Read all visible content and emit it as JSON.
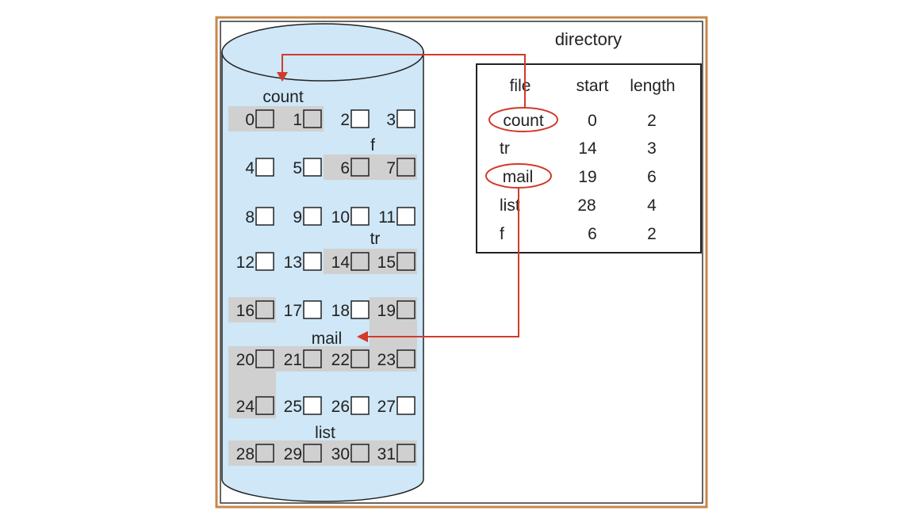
{
  "colors": {
    "frame_outer": "#c8874a",
    "frame_inner": "#333333",
    "cylinder_fill": "#cfe7f7",
    "cylinder_stroke": "#222222",
    "highlight": "#d0d0d0",
    "block_box": "#ffffff",
    "block_box_filled": "#d0d0d0",
    "pointer": "#d23a2a",
    "text": "#222222"
  },
  "directory": {
    "title": "directory",
    "headers": [
      "file",
      "start",
      "length"
    ],
    "rows": [
      {
        "file": "count",
        "start": "0",
        "length": "2",
        "circled": true
      },
      {
        "file": "tr",
        "start": "14",
        "length": "3",
        "circled": false
      },
      {
        "file": "mail",
        "start": "19",
        "length": "6",
        "circled": true
      },
      {
        "file": "list",
        "start": "28",
        "length": "4",
        "circled": false
      },
      {
        "file": "f",
        "start": "6",
        "length": "2",
        "circled": false
      }
    ]
  },
  "disk": {
    "blocks": [
      "0",
      "1",
      "2",
      "3",
      "4",
      "5",
      "6",
      "7",
      "8",
      "9",
      "10",
      "11",
      "12",
      "13",
      "14",
      "15",
      "16",
      "17",
      "18",
      "19",
      "20",
      "21",
      "22",
      "23",
      "24",
      "25",
      "26",
      "27",
      "28",
      "29",
      "30",
      "31"
    ],
    "file_labels": [
      "count",
      "f",
      "tr",
      "mail",
      "list"
    ],
    "allocations": [
      {
        "file": "count",
        "start": 0,
        "length": 2
      },
      {
        "file": "tr",
        "start": 14,
        "length": 3
      },
      {
        "file": "mail",
        "start": 19,
        "length": 6
      },
      {
        "file": "list",
        "start": 28,
        "length": 4
      },
      {
        "file": "f",
        "start": 6,
        "length": 2
      }
    ]
  },
  "pointers": [
    {
      "from": "count",
      "to": "count"
    },
    {
      "from": "mail",
      "to": "mail"
    }
  ]
}
